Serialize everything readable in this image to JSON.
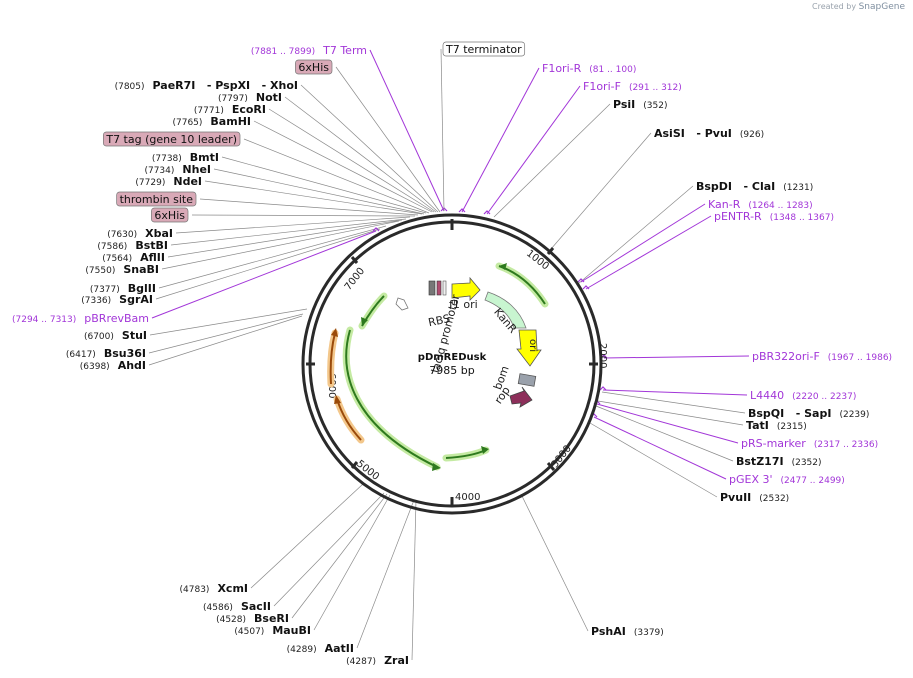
{
  "watermark": {
    "prefix": "Created by",
    "brand": "SnapGene"
  },
  "plasmid": {
    "name": "pDmREDusk",
    "size": "7985 bp"
  },
  "colors": {
    "enzyme": "#111111",
    "primer": "#a236d8",
    "feature_box": "#d9a9b7",
    "leader": "#666666"
  },
  "ticks": [
    "1000",
    "2000",
    "3000",
    "4000",
    "5000",
    "6000",
    "7000"
  ],
  "features": [
    {
      "label": "f1 ori"
    },
    {
      "label": "KanR"
    },
    {
      "label": "ori"
    },
    {
      "label": "bom"
    },
    {
      "label": "rop"
    },
    {
      "label": "RBS"
    },
    {
      "label": "lacIq promoter"
    }
  ],
  "labels": [
    {
      "id": "t7term",
      "kind": "primer",
      "pos": "(7881 .. 7899)",
      "name": "T7 Term"
    },
    {
      "id": "t7terminator",
      "kind": "boxed-white",
      "pos": "",
      "name": "T7 terminator"
    },
    {
      "id": "sixhis1",
      "kind": "boxed",
      "pos": "",
      "name": "6xHis"
    },
    {
      "id": "paer7i",
      "kind": "enzyme",
      "pos": "(7805)",
      "name": "PaeR7I   - PspXI   - XhoI"
    },
    {
      "id": "noti",
      "kind": "enzyme",
      "pos": "(7797)",
      "name": "NotI"
    },
    {
      "id": "ecori",
      "kind": "enzyme",
      "pos": "(7771)",
      "name": "EcoRI"
    },
    {
      "id": "bamhi",
      "kind": "enzyme",
      "pos": "(7765)",
      "name": "BamHI"
    },
    {
      "id": "t7tag",
      "kind": "boxed",
      "pos": "",
      "name": "T7 tag (gene 10 leader)"
    },
    {
      "id": "bmti",
      "kind": "enzyme",
      "pos": "(7738)",
      "name": "BmtI"
    },
    {
      "id": "nhei",
      "kind": "enzyme",
      "pos": "(7734)",
      "name": "NheI"
    },
    {
      "id": "ndei",
      "kind": "enzyme",
      "pos": "(7729)",
      "name": "NdeI"
    },
    {
      "id": "thrombin",
      "kind": "boxed",
      "pos": "",
      "name": "thrombin site"
    },
    {
      "id": "sixhis2",
      "kind": "boxed",
      "pos": "",
      "name": "6xHis"
    },
    {
      "id": "xbai",
      "kind": "enzyme",
      "pos": "(7630)",
      "name": "XbaI"
    },
    {
      "id": "bstbi",
      "kind": "enzyme",
      "pos": "(7586)",
      "name": "BstBI"
    },
    {
      "id": "aflii",
      "kind": "enzyme",
      "pos": "(7564)",
      "name": "AflII"
    },
    {
      "id": "snabi",
      "kind": "enzyme",
      "pos": "(7550)",
      "name": "SnaBI"
    },
    {
      "id": "bglii",
      "kind": "enzyme",
      "pos": "(7377)",
      "name": "BglII"
    },
    {
      "id": "sgrai",
      "kind": "enzyme",
      "pos": "(7336)",
      "name": "SgrAI"
    },
    {
      "id": "pbrrevbam",
      "kind": "primer",
      "pos": "(7294 .. 7313)",
      "name": "pBRrevBam"
    },
    {
      "id": "stui",
      "kind": "enzyme",
      "pos": "(6700)",
      "name": "StuI"
    },
    {
      "id": "bsu36i",
      "kind": "enzyme",
      "pos": "(6417)",
      "name": "Bsu36I"
    },
    {
      "id": "ahdi",
      "kind": "enzyme",
      "pos": "(6398)",
      "name": "AhdI"
    },
    {
      "id": "xcmi",
      "kind": "enzyme",
      "pos": "(4783)",
      "name": "XcmI"
    },
    {
      "id": "sacii",
      "kind": "enzyme",
      "pos": "(4586)",
      "name": "SacII"
    },
    {
      "id": "bseri",
      "kind": "enzyme",
      "pos": "(4528)",
      "name": "BseRI"
    },
    {
      "id": "maubi",
      "kind": "enzyme",
      "pos": "(4507)",
      "name": "MauBI"
    },
    {
      "id": "aatii",
      "kind": "enzyme",
      "pos": "(4289)",
      "name": "AatII"
    },
    {
      "id": "zrai",
      "kind": "enzyme",
      "pos": "(4287)",
      "name": "ZraI"
    },
    {
      "id": "f1orir",
      "kind": "primer",
      "pos": "(81 .. 100)",
      "name": "F1ori-R"
    },
    {
      "id": "f1orif",
      "kind": "primer",
      "pos": "(291 .. 312)",
      "name": "F1ori-F"
    },
    {
      "id": "psii",
      "kind": "enzyme",
      "pos": "(352)",
      "name": "PsiI"
    },
    {
      "id": "asisi",
      "kind": "enzyme",
      "pos": "(926)",
      "name": "AsiSI   - PvuI"
    },
    {
      "id": "bspdi",
      "kind": "enzyme",
      "pos": "(1231)",
      "name": "BspDI   - ClaI"
    },
    {
      "id": "kanr",
      "kind": "primer",
      "pos": "(1264 .. 1283)",
      "name": "Kan-R"
    },
    {
      "id": "pentrr",
      "kind": "primer",
      "pos": "(1348 .. 1367)",
      "name": "pENTR-R"
    },
    {
      "id": "pbr322orif",
      "kind": "primer",
      "pos": "(1967 .. 1986)",
      "name": "pBR322ori-F"
    },
    {
      "id": "l4440",
      "kind": "primer",
      "pos": "(2220 .. 2237)",
      "name": "L4440"
    },
    {
      "id": "bspqi",
      "kind": "enzyme",
      "pos": "(2239)",
      "name": "BspQI   - SapI"
    },
    {
      "id": "tati",
      "kind": "enzyme",
      "pos": "(2315)",
      "name": "TatI"
    },
    {
      "id": "prsmarker",
      "kind": "primer",
      "pos": "(2317 .. 2336)",
      "name": "pRS-marker"
    },
    {
      "id": "bstz17i",
      "kind": "enzyme",
      "pos": "(2352)",
      "name": "BstZ17I"
    },
    {
      "id": "pgex3",
      "kind": "primer",
      "pos": "(2477 .. 2499)",
      "name": "pGEX 3'"
    },
    {
      "id": "pvuii",
      "kind": "enzyme",
      "pos": "(2532)",
      "name": "PvuII"
    },
    {
      "id": "pshai",
      "kind": "enzyme",
      "pos": "(3379)",
      "name": "PshAI"
    }
  ]
}
